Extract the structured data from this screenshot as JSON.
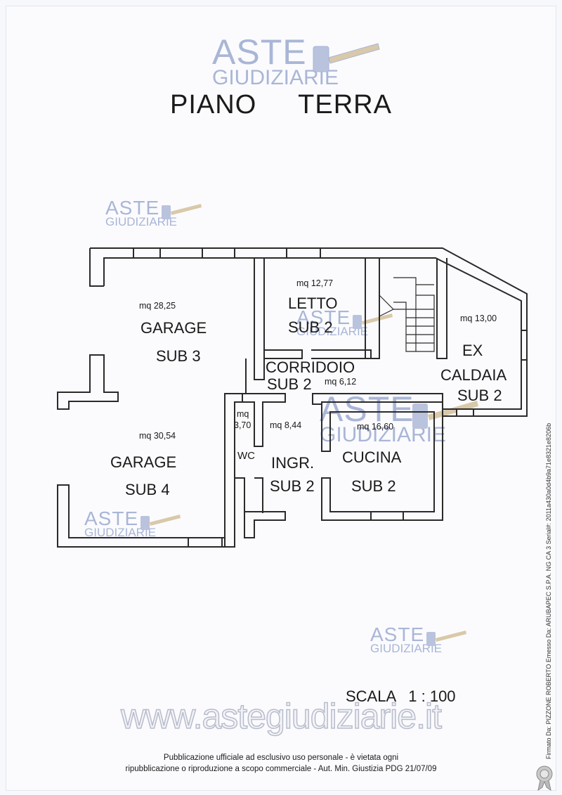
{
  "title": "PIANO TERRA",
  "watermark": {
    "line1": "ASTE",
    "line2": "GIUDIZIARIE"
  },
  "rooms": [
    {
      "id": "garage3",
      "area": "mq 28,25",
      "name": "GARAGE",
      "sub": "SUB 3"
    },
    {
      "id": "garage4",
      "area": "mq 30,54",
      "name": "GARAGE",
      "sub": "SUB 4"
    },
    {
      "id": "letto",
      "area": "mq 12,77",
      "name": "LETTO",
      "sub": "SUB 2"
    },
    {
      "id": "corridoio",
      "area": "mq 6,12",
      "name": "CORRIDOIO",
      "sub": "SUB 2"
    },
    {
      "id": "caldaia",
      "area": "mq 13,00",
      "name": "EX",
      "name2": "CALDAIA",
      "sub": "SUB 2"
    },
    {
      "id": "wc",
      "area": "mq",
      "area2": "3,70",
      "name": "WC"
    },
    {
      "id": "ingr",
      "area": "mq 8,44",
      "name": "INGR.",
      "sub": "SUB 2"
    },
    {
      "id": "cucina",
      "area": "mq 16,60",
      "name": "CUCINA",
      "sub": "SUB 2"
    }
  ],
  "scale": "SCALA   1 : 100",
  "site": "www.astegiudiziarie.it",
  "footer": {
    "line1": "Pubblicazione ufficiale ad esclusivo uso personale - è vietata ogni",
    "line2": "ripubblicazione o riproduzione a scopo commerciale - Aut. Min. Giustizia PDG 21/07/09"
  },
  "signature": "Firmato Da: PIZZONE ROBERTO Emesso Da: ARUBAPEC S.P.A. NG CA 3 Serial#: 2011a430a0d4b9a71e8321e8206b",
  "colors": {
    "wall": "#2a2a2a",
    "watermark": "#a9b6d6",
    "background": "#f7f8fc"
  }
}
